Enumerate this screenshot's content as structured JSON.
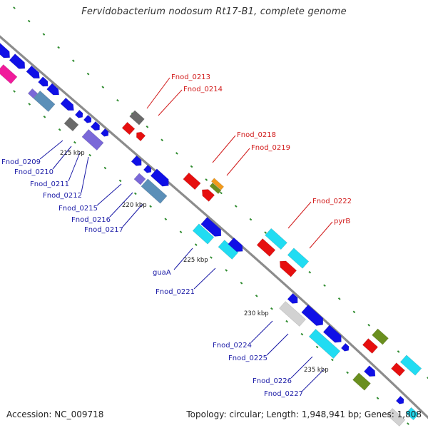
{
  "title": "Fervidobacterium nodosum Rt17-B1, complete genome",
  "footer": {
    "accession": "Accession: NC_009718",
    "topology": "Topology: circular; Length: 1,948,941 bp; Genes: 1,808"
  },
  "colors": {
    "backbone": "#8c8c8c",
    "tick_dots": "#2e8b2e",
    "label_blue": "#1a1aa6",
    "label_red": "#d11a1a",
    "gene_blue": "#1010e6",
    "gene_red": "#e60f0f",
    "gene_cyan": "#21dcf2",
    "gene_slate": "#5b8fb8",
    "gene_purple": "#7a68d8",
    "gene_gray": "#6a6a6a",
    "gene_olive": "#6a8f1f",
    "gene_orange": "#f29a1b",
    "gene_magenta": "#f01b9b",
    "gene_lightgray": "#d2d2d2"
  },
  "scale_labels": [
    "215 kbp",
    "220 kbp",
    "225 kbp",
    "230 kbp",
    "235 kbp"
  ],
  "gene_labels": {
    "blue": [
      "Fnod_0209",
      "Fnod_0210",
      "Fnod_0211",
      "Fnod_0212",
      "Fnod_0215",
      "Fnod_0216",
      "Fnod_0217",
      "guaA",
      "Fnod_0221",
      "Fnod_0224",
      "Fnod_0225",
      "Fnod_0226",
      "Fnod_0227"
    ],
    "red": [
      "Fnod_0213",
      "Fnod_0214",
      "Fnod_0218",
      "Fnod_0219",
      "Fnod_0222",
      "pyrB"
    ]
  }
}
